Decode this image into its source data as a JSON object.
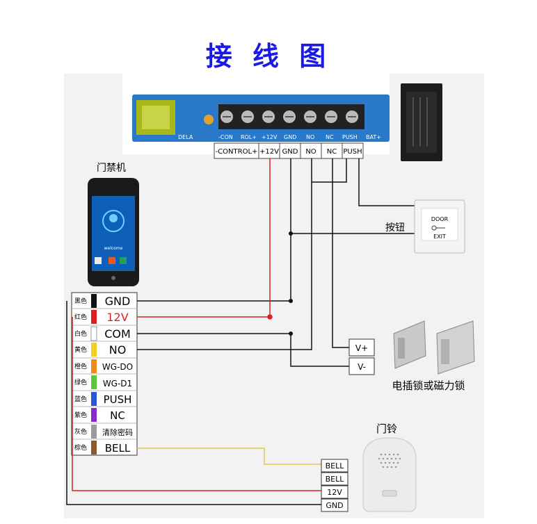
{
  "title": "接 线 图",
  "controller": {
    "terminals": [
      "-CONTROL+",
      "+12V",
      "GND",
      "NO",
      "NC",
      "PUSH"
    ]
  },
  "board_silkscreen": [
    "DELA",
    "-CON",
    "ROL+",
    "+12V",
    "GND",
    "NO",
    "NC",
    "PUSH",
    "BAT+"
  ],
  "access_device": {
    "label": "门禁机",
    "screen_text": "welcome"
  },
  "exit_button": {
    "label": "按钮",
    "door": "DOOR",
    "exit": "EXIT"
  },
  "lock": {
    "label": "电插锁或磁力锁",
    "terminals": [
      "V+",
      "V-"
    ]
  },
  "doorbell": {
    "label": "门铃",
    "terminals": [
      "BELL",
      "BELL",
      "12V",
      "GND"
    ]
  },
  "wires": [
    {
      "color_name": "黑色",
      "signal": "GND",
      "swatch": "#111111"
    },
    {
      "color_name": "红色",
      "signal": "12V",
      "swatch": "#e02020"
    },
    {
      "color_name": "白色",
      "signal": "COM",
      "swatch": "#ffffff"
    },
    {
      "color_name": "黄色",
      "signal": "NO",
      "swatch": "#f0d020"
    },
    {
      "color_name": "橙色",
      "signal": "WG-DO",
      "swatch": "#f08a1c"
    },
    {
      "color_name": "绿色",
      "signal": "WG-D1",
      "swatch": "#5cc83c"
    },
    {
      "color_name": "蓝色",
      "signal": "PUSH",
      "swatch": "#2a54d8"
    },
    {
      "color_name": "紫色",
      "signal": "NC",
      "swatch": "#8a2ac8"
    },
    {
      "color_name": "灰色",
      "signal": "清除密码",
      "swatch": "#9a9a9a"
    },
    {
      "color_name": "棕色",
      "signal": "BELL",
      "swatch": "#8a5a2a"
    }
  ],
  "colors": {
    "title": "#1a1ae6",
    "wire_black": "#111111",
    "wire_red": "#e02020",
    "wire_yellow": "#e2c84a",
    "board_blue": "#2a78c8"
  }
}
